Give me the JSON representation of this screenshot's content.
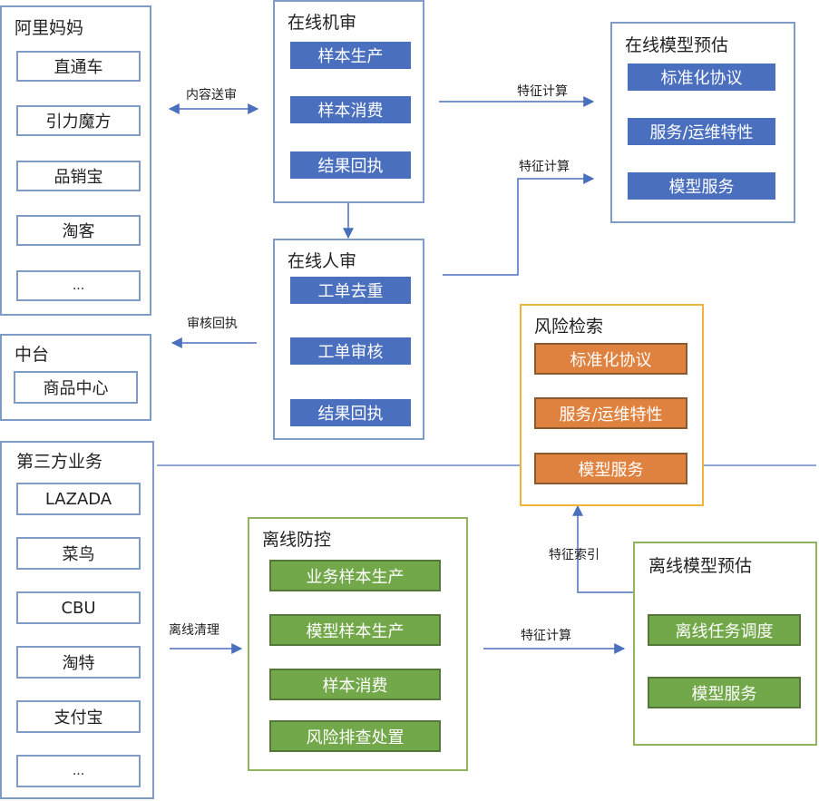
{
  "alimama": {
    "title": "阿里妈妈",
    "items": [
      "直通车",
      "引力魔方",
      "品销宝",
      "淘客",
      "..."
    ]
  },
  "zhongtai": {
    "title": "中台",
    "items": [
      "商品中心"
    ]
  },
  "third_party": {
    "title": "第三方业务",
    "items": [
      "LAZADA",
      "菜鸟",
      "CBU",
      "淘特",
      "支付宝",
      "..."
    ]
  },
  "online_machine_review": {
    "title": "在线机审",
    "items": [
      "样本生产",
      "样本消费",
      "结果回执"
    ]
  },
  "online_human_review": {
    "title": "在线人审",
    "items": [
      "工单去重",
      "工单审核",
      "结果回执"
    ]
  },
  "online_model_prediction": {
    "title": "在线模型预估",
    "items": [
      "标准化协议",
      "服务/运维特性",
      "模型服务"
    ]
  },
  "risk_retrieval": {
    "title": "风险检索",
    "items": [
      "标准化协议",
      "服务/运维特性",
      "模型服务"
    ]
  },
  "offline_control": {
    "title": "离线防控",
    "items": [
      "业务样本生产",
      "模型样本生产",
      "样本消费",
      "风险排查处置"
    ]
  },
  "offline_model_prediction": {
    "title": "离线模型预估",
    "items": [
      "离线任务调度",
      "模型服务"
    ]
  },
  "edges": {
    "content_review": "内容送审",
    "feature_calc_1": "特征计算",
    "feature_calc_2": "特征计算",
    "review_receipt": "审核回执",
    "offline_cleaning": "离线清理",
    "feature_calc_3": "特征计算",
    "feature_index": "特征索引"
  },
  "colors": {
    "line": "#4a6fbe",
    "panel_border": "#7f9cc6",
    "blue_fill": "#4a6fbe",
    "orange_fill": "#e0823f",
    "green_fill": "#72a84a",
    "orange_border": "#f0b43a",
    "green_border": "#92b45c"
  }
}
